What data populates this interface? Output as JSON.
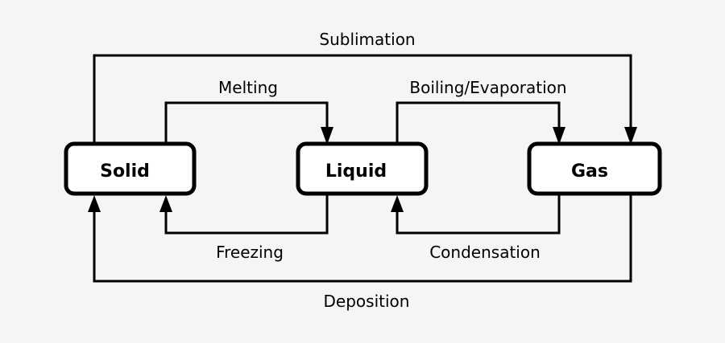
{
  "states": {
    "solid": "Solid",
    "liquid": "Liquid",
    "gas": "Gas"
  },
  "processes": {
    "sublimation": "Sublimation",
    "melting": "Melting",
    "boiling": "Boiling/Evaporation",
    "freezing": "Freezing",
    "condensation": "Condensation",
    "deposition": "Deposition"
  },
  "colors": {
    "background": "#f5f5f5",
    "box_fill": "#ffffff",
    "stroke": "#000000"
  }
}
